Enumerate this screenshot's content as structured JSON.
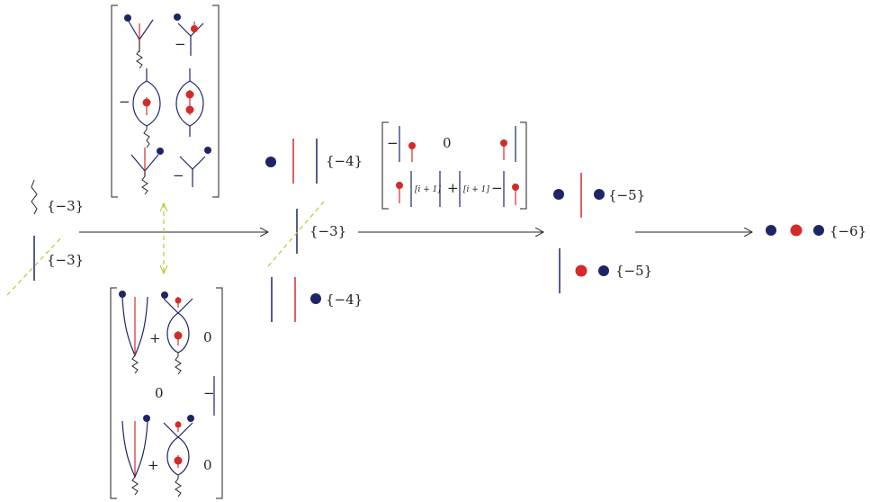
{
  "colors": {
    "navy": "#1f2466",
    "red": "#d42a2a",
    "dashed": "#b8c82a",
    "ink": "#222222"
  },
  "degrees": {
    "wavy_left": "{−3}",
    "line_left": "{−3}",
    "col2_top": "{−4}",
    "col2_mid": "{−3}",
    "col2_bot": "{−4}",
    "col3_top": "{−5}",
    "col3_bot": "{−5}",
    "col4": "{−6}"
  },
  "matrix_top": {
    "minus_1": "−",
    "minus_2": "−",
    "minus_3": "−"
  },
  "matrix_bottom": {
    "plus_1": "+",
    "zero_1": "0",
    "zero_2": "0",
    "minus": "−",
    "plus_2": "+",
    "zero_3": "0"
  },
  "matrix_right": {
    "minus_1": "−",
    "zero": "0",
    "index_1": "[i + 1]",
    "plus": "+",
    "index_2": "[i + 1]",
    "minus_2": "−"
  }
}
